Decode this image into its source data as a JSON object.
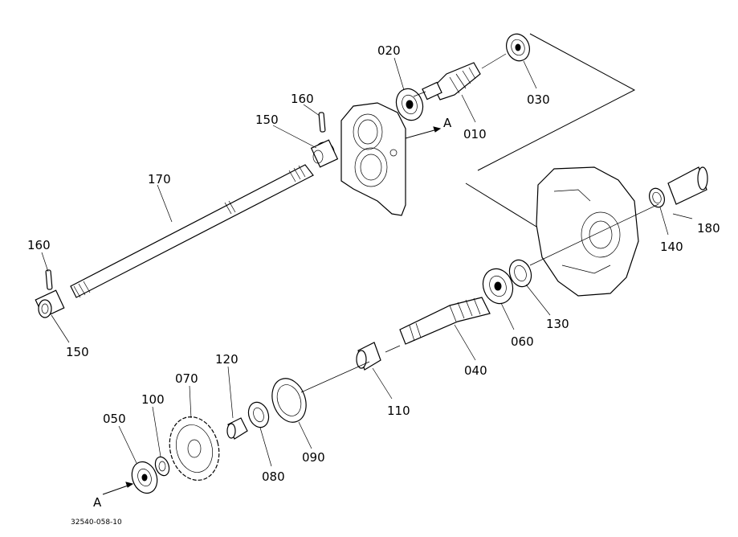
{
  "labels": {
    "p010": "010",
    "p020": "020",
    "p030": "030",
    "p040": "040",
    "p050": "050",
    "p060": "060",
    "p070": "070",
    "p080": "080",
    "p090": "090",
    "p100": "100",
    "p110": "110",
    "p120": "120",
    "p130": "130",
    "p140": "140",
    "p150a": "150",
    "p150b": "150",
    "p160a": "160",
    "p160b": "160",
    "p170": "170",
    "p180": "180",
    "ref_a_top": "A",
    "ref_a_bottom": "A",
    "drawing_number": "32540-058-10"
  }
}
